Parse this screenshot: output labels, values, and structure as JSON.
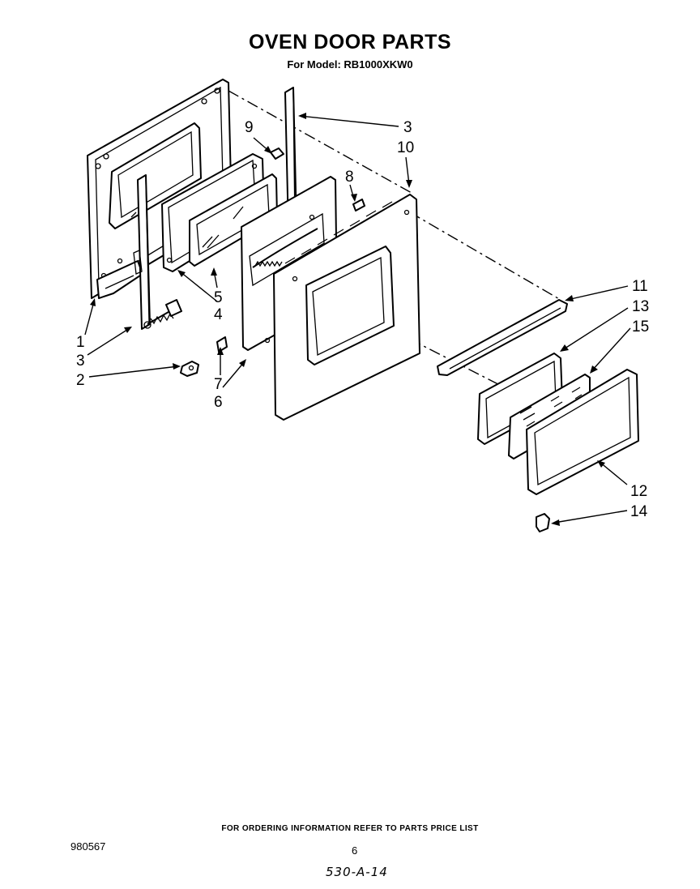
{
  "header": {
    "title": "OVEN DOOR PARTS",
    "subtitle": "For Model: RB1000XKW0"
  },
  "callouts": [
    {
      "id": "c1",
      "label": "1"
    },
    {
      "id": "c2",
      "label": "2"
    },
    {
      "id": "c3a",
      "label": "3"
    },
    {
      "id": "c3b",
      "label": "3"
    },
    {
      "id": "c4",
      "label": "4"
    },
    {
      "id": "c5",
      "label": "5"
    },
    {
      "id": "c6",
      "label": "6"
    },
    {
      "id": "c7",
      "label": "7"
    },
    {
      "id": "c8",
      "label": "8"
    },
    {
      "id": "c9",
      "label": "9"
    },
    {
      "id": "c10",
      "label": "10"
    },
    {
      "id": "c11",
      "label": "11"
    },
    {
      "id": "c12",
      "label": "12"
    },
    {
      "id": "c13",
      "label": "13"
    },
    {
      "id": "c14",
      "label": "14"
    },
    {
      "id": "c15",
      "label": "15"
    }
  ],
  "footer": {
    "note": "FOR ORDERING INFORMATION REFER TO PARTS PRICE LIST",
    "doc_number": "980567",
    "page_number": "6",
    "handwritten": "530-A-14"
  }
}
